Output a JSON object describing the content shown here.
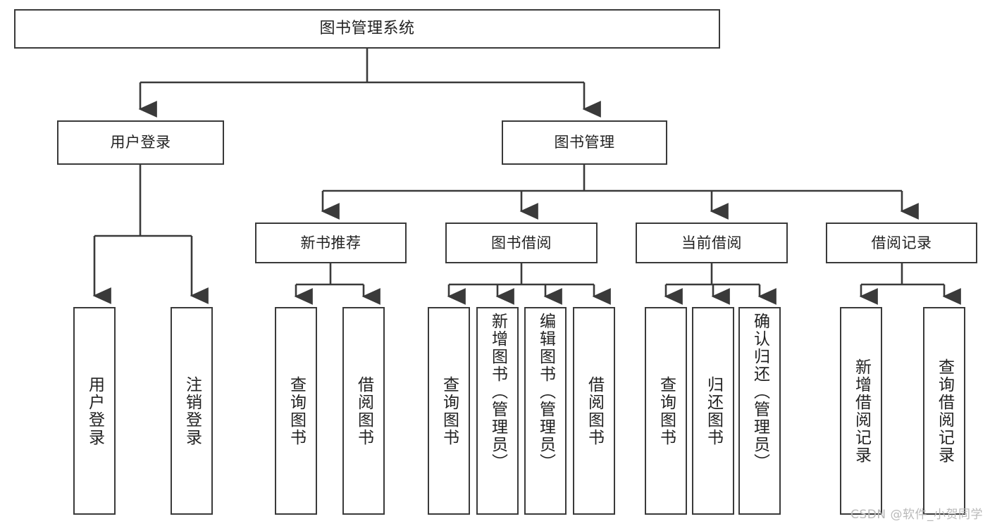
{
  "diagram": {
    "type": "tree-hierarchy-chart",
    "title": "图书管理系统",
    "line_color": "#3a3a3a",
    "box_fill": "#ffffff",
    "text_color": "#222222",
    "root": {
      "id": "root",
      "label": "图书管理系统"
    },
    "level2": [
      {
        "id": "user-login",
        "label": "用户登录"
      },
      {
        "id": "book-management",
        "label": "图书管理"
      }
    ],
    "level3": [
      {
        "id": "new-book-recommend",
        "label": "新书推荐",
        "parent": "book-management"
      },
      {
        "id": "book-borrow",
        "label": "图书借阅",
        "parent": "book-management"
      },
      {
        "id": "current-borrow",
        "label": "当前借阅",
        "parent": "book-management"
      },
      {
        "id": "borrow-record",
        "label": "借阅记录",
        "parent": "book-management"
      }
    ],
    "leaves": [
      {
        "id": "leaf-user-login",
        "label": "用户登录",
        "parent": "user-login"
      },
      {
        "id": "leaf-logout",
        "label": "注销登录",
        "parent": "user-login"
      },
      {
        "id": "leaf-query-book-1",
        "label": "查询图书",
        "parent": "new-book-recommend"
      },
      {
        "id": "leaf-borrow-book-1",
        "label": "借阅图书",
        "parent": "new-book-recommend"
      },
      {
        "id": "leaf-query-book-2",
        "label": "查询图书",
        "parent": "book-borrow"
      },
      {
        "id": "leaf-add-book",
        "label": "新增图书（管理员）",
        "parent": "book-borrow"
      },
      {
        "id": "leaf-edit-book",
        "label": "编辑图书（管理员）",
        "parent": "book-borrow"
      },
      {
        "id": "leaf-borrow-book-2",
        "label": "借阅图书",
        "parent": "book-borrow"
      },
      {
        "id": "leaf-query-book-3",
        "label": "查询图书",
        "parent": "current-borrow"
      },
      {
        "id": "leaf-return-book",
        "label": "归还图书",
        "parent": "current-borrow"
      },
      {
        "id": "leaf-confirm-return",
        "label": "确认归还（管理员）",
        "parent": "current-borrow"
      },
      {
        "id": "leaf-add-record",
        "label": "新增借阅记录",
        "parent": "borrow-record"
      },
      {
        "id": "leaf-query-record",
        "label": "查询借阅记录",
        "parent": "borrow-record"
      }
    ]
  },
  "watermark": {
    "text": "CSDN @软件_小贺同学"
  }
}
